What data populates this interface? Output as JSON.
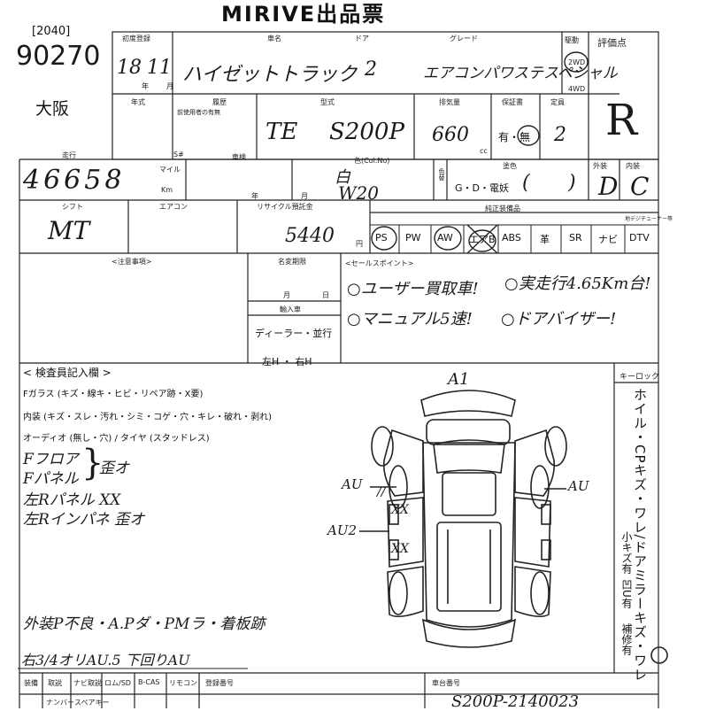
{
  "header": {
    "title": "MIRIVE出品票"
  },
  "lot": {
    "code": "[2040]",
    "number": "90270",
    "region": "大阪"
  },
  "labels": {
    "first_reg": "初度登録",
    "car_name": "車名",
    "doors": "ドア",
    "grade": "グレード",
    "drive": "駆動",
    "score": "評価点",
    "year": "年式",
    "history": "履歴",
    "history_sub": "前使用者の有無",
    "model": "型式",
    "displacement": "排気量",
    "warranty": "保証書",
    "capacity": "定員",
    "mileage": "走行",
    "mileage_flag": "S#",
    "inspection": "車検",
    "color": "色(Col.No)",
    "color_change": "色替",
    "paint": "塗色",
    "exterior": "外装",
    "interior": "内装",
    "shift": "シフト",
    "aircon": "エアコン",
    "recycle": "リサイクル預託金",
    "equipment": "純正装備品",
    "notes": "<注意事項>",
    "name_change": "名変期限",
    "sales_points": "<セールスポイント>",
    "import_car": "輸入車",
    "inspector": "< 検査員記入欄 >",
    "key_lock": "キーロック",
    "year_suffix": "年",
    "month_suffix": "月",
    "day_suffix": "日",
    "cc": "cc",
    "yen": "円"
  },
  "vehicle": {
    "first_reg_year": "18",
    "first_reg_month": "11",
    "name": "ハイゼットトラック",
    "doors": "2",
    "grade": "エアコンパワステスペシャル",
    "drive_options": [
      "2WD",
      "4WD"
    ],
    "drive_selected": "2WD",
    "score": "R",
    "model_prefix": "TE",
    "model": "S200P",
    "displacement": "660",
    "warranty": "有・無",
    "capacity": "2",
    "mileage": "46658",
    "mileage_units": [
      "マイル",
      "Km"
    ],
    "color": "白",
    "color_no": "W20",
    "paint_options": "G・D・電妖",
    "exterior": "D",
    "interior": "C",
    "shift": "MT",
    "recycle_fee": "5440"
  },
  "equipment": {
    "items": [
      "PS",
      "PW",
      "AW",
      "エアB",
      "ABS",
      "革",
      "SR",
      "ナビ",
      "DTV"
    ],
    "circled": [
      "PS",
      "AW"
    ],
    "struck": [
      "エアB"
    ],
    "header_tag": "地デジチューナー等"
  },
  "sales_points": {
    "line1a": "○ユーザー買取車!",
    "line1b": "○実走行4.65Km台!",
    "line2a": "○マニュアル5速!",
    "line2b": "○ドアバイザー!"
  },
  "import_options": {
    "dealer": "ディーラー・並行",
    "steer": "左H ・ 右H"
  },
  "inspector": {
    "line_fglass": "Fガラス (キズ・線キ・ヒビ・リペア跡・X要)",
    "line_interior": "内装 (キズ・スレ・汚れ・シミ・コゲ・穴・キレ・破れ・剥れ)",
    "line_audio": "オーディオ (無し・穴) / タイヤ (スタッドレス)",
    "hand_1": "Fフロア",
    "hand_2": "Fパネル",
    "hand_brace": "}",
    "hand_12": "歪オ",
    "hand_3": "左Rパネル XX",
    "hand_4": "左Rインパネ 歪オ",
    "hand_5": "外装P不良・A.Pダ・PMラ・着板跡",
    "hand_6": "右3/4オリAU.5   下回りAU"
  },
  "diagram_marks": {
    "a1": "A1",
    "au_left": "AU",
    "au_right": "AU",
    "a2": "AU2",
    "xx1": "XX",
    "xx2": "XX",
    "slash": "//"
  },
  "right_column": {
    "text": "ホイル・CPキズ・ワレ/ドアミラーキズ・ワレ",
    "small1": "小キズ有",
    "small2": "凹U有",
    "small3": "補修有"
  },
  "bottom": {
    "h1": "装備",
    "h2": "取説",
    "h3": "ナビ取説",
    "h4": "ロム/SD",
    "h5": "B-CAS",
    "h6": "リモコン",
    "h7": "登録番号",
    "h8": "車台番号",
    "row2a": "ナンバー",
    "row2b": "スペアキー",
    "chassis": "S200P-2140023"
  }
}
